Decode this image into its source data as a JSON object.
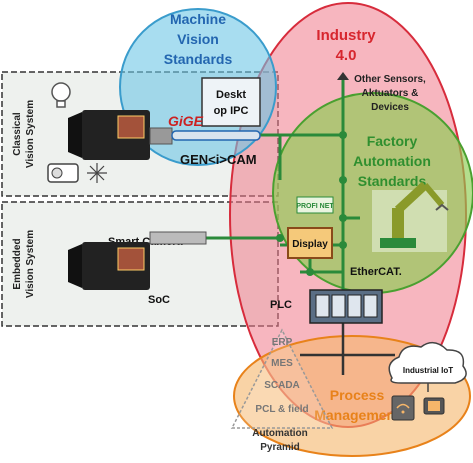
{
  "regions": {
    "machine_vision_standards": [
      "Machine",
      "Vision",
      "Standards"
    ],
    "industry_40": [
      "Industry",
      "4.0"
    ],
    "factory_automation_standards": [
      "Factory",
      "Automation",
      "Standards"
    ],
    "process_management": [
      "Process",
      "Management"
    ]
  },
  "systems": {
    "classical": [
      "Classical",
      "Vision System"
    ],
    "embedded": [
      "Embedded",
      "Vision System"
    ]
  },
  "devices": {
    "desktop_ipc": [
      "Deskt",
      "op IPC"
    ],
    "gige_vision": "GiGE",
    "genicam": "GEN<i>CAM",
    "smart_camera": "Smart Camera",
    "soc": "SoC",
    "display": "Display",
    "ethercat": "EtherCAT.",
    "profinet": "PROFI NET",
    "plc": "PLC",
    "other_sensors": [
      "Other Sensors,",
      "Aktuators &",
      "Devices"
    ],
    "industrial_iot": "Industrial IoT"
  },
  "pyramid": {
    "levels": [
      "ERP",
      "MES",
      "SCADA",
      "PCL & field"
    ],
    "caption": [
      "Automation",
      "Pyramid"
    ]
  },
  "colors": {
    "machine_vision": "#6ec6e6",
    "industry": "#f07a8a",
    "factory": "#8ccc50",
    "process": "#f5b66a",
    "line_green": "#2a8a3a",
    "line_dark": "#333333",
    "title_blue": "#2366b0",
    "title_red": "#d7262e",
    "title_green": "#2f8f2f",
    "title_orange": "#e8821a"
  }
}
